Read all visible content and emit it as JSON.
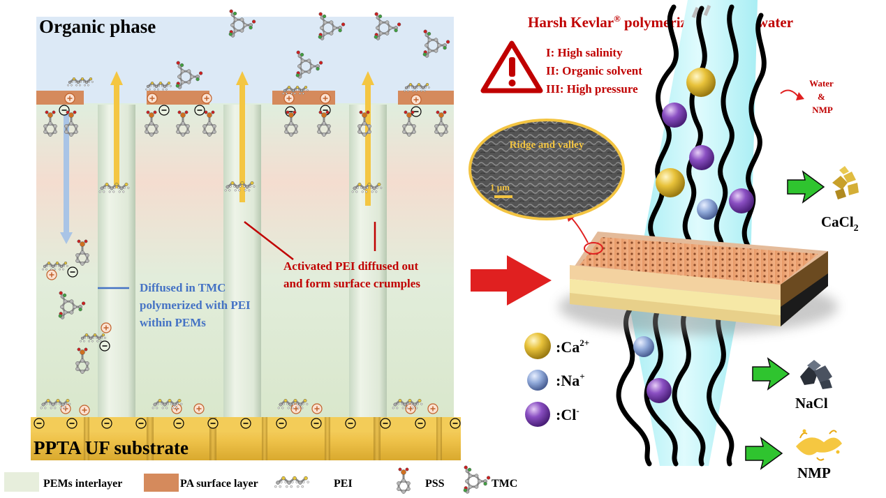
{
  "organic_phase_label": "Organic phase",
  "substrate_label": "PPTA UF substrate",
  "wastewater_title": "Harsh Kevlar",
  "wastewater_title_sup": "®",
  "wastewater_title_rest": " polymerization wastewater",
  "warnings": [
    "I: High salinity",
    "II: Organic solvent",
    "III: High pressure"
  ],
  "water_label": [
    "Water",
    "&",
    "NMP"
  ],
  "sem_title": "Ridge and valley",
  "sem_scale": "1 μm",
  "annotation_blue": [
    "Diffused in TMC",
    "polymerized with PEI",
    "within PEMs"
  ],
  "annotation_red": [
    "Activated PEI diffused out",
    "and form surface crumples"
  ],
  "ion_legend": [
    {
      "prefix": ":Ca",
      "sup": "2+",
      "color": "#e8c23a"
    },
    {
      "prefix": ":Na",
      "sup": "+",
      "color": "#8fa8d8"
    },
    {
      "prefix": ":Cl",
      "sup": "-",
      "color": "#8a4fc2"
    }
  ],
  "products": [
    {
      "base": "CaCl",
      "sub": "2"
    },
    {
      "base": "NaCl",
      "sub": ""
    },
    {
      "base": "NMP",
      "sub": ""
    }
  ],
  "bottom_legend": [
    "PEMs interlayer",
    "PA surface layer",
    "PEI",
    "PSS",
    "TMC"
  ],
  "colors": {
    "warning_red": "#c00000",
    "annotation_blue": "#4472c4",
    "pa_layer": "#d58a5c",
    "organic_phase": "#dce9f6",
    "substrate": "#f2c64d",
    "channel": "#bdf3f7",
    "arrow_green": "#2fc42f",
    "arrow_red": "#e02020"
  }
}
